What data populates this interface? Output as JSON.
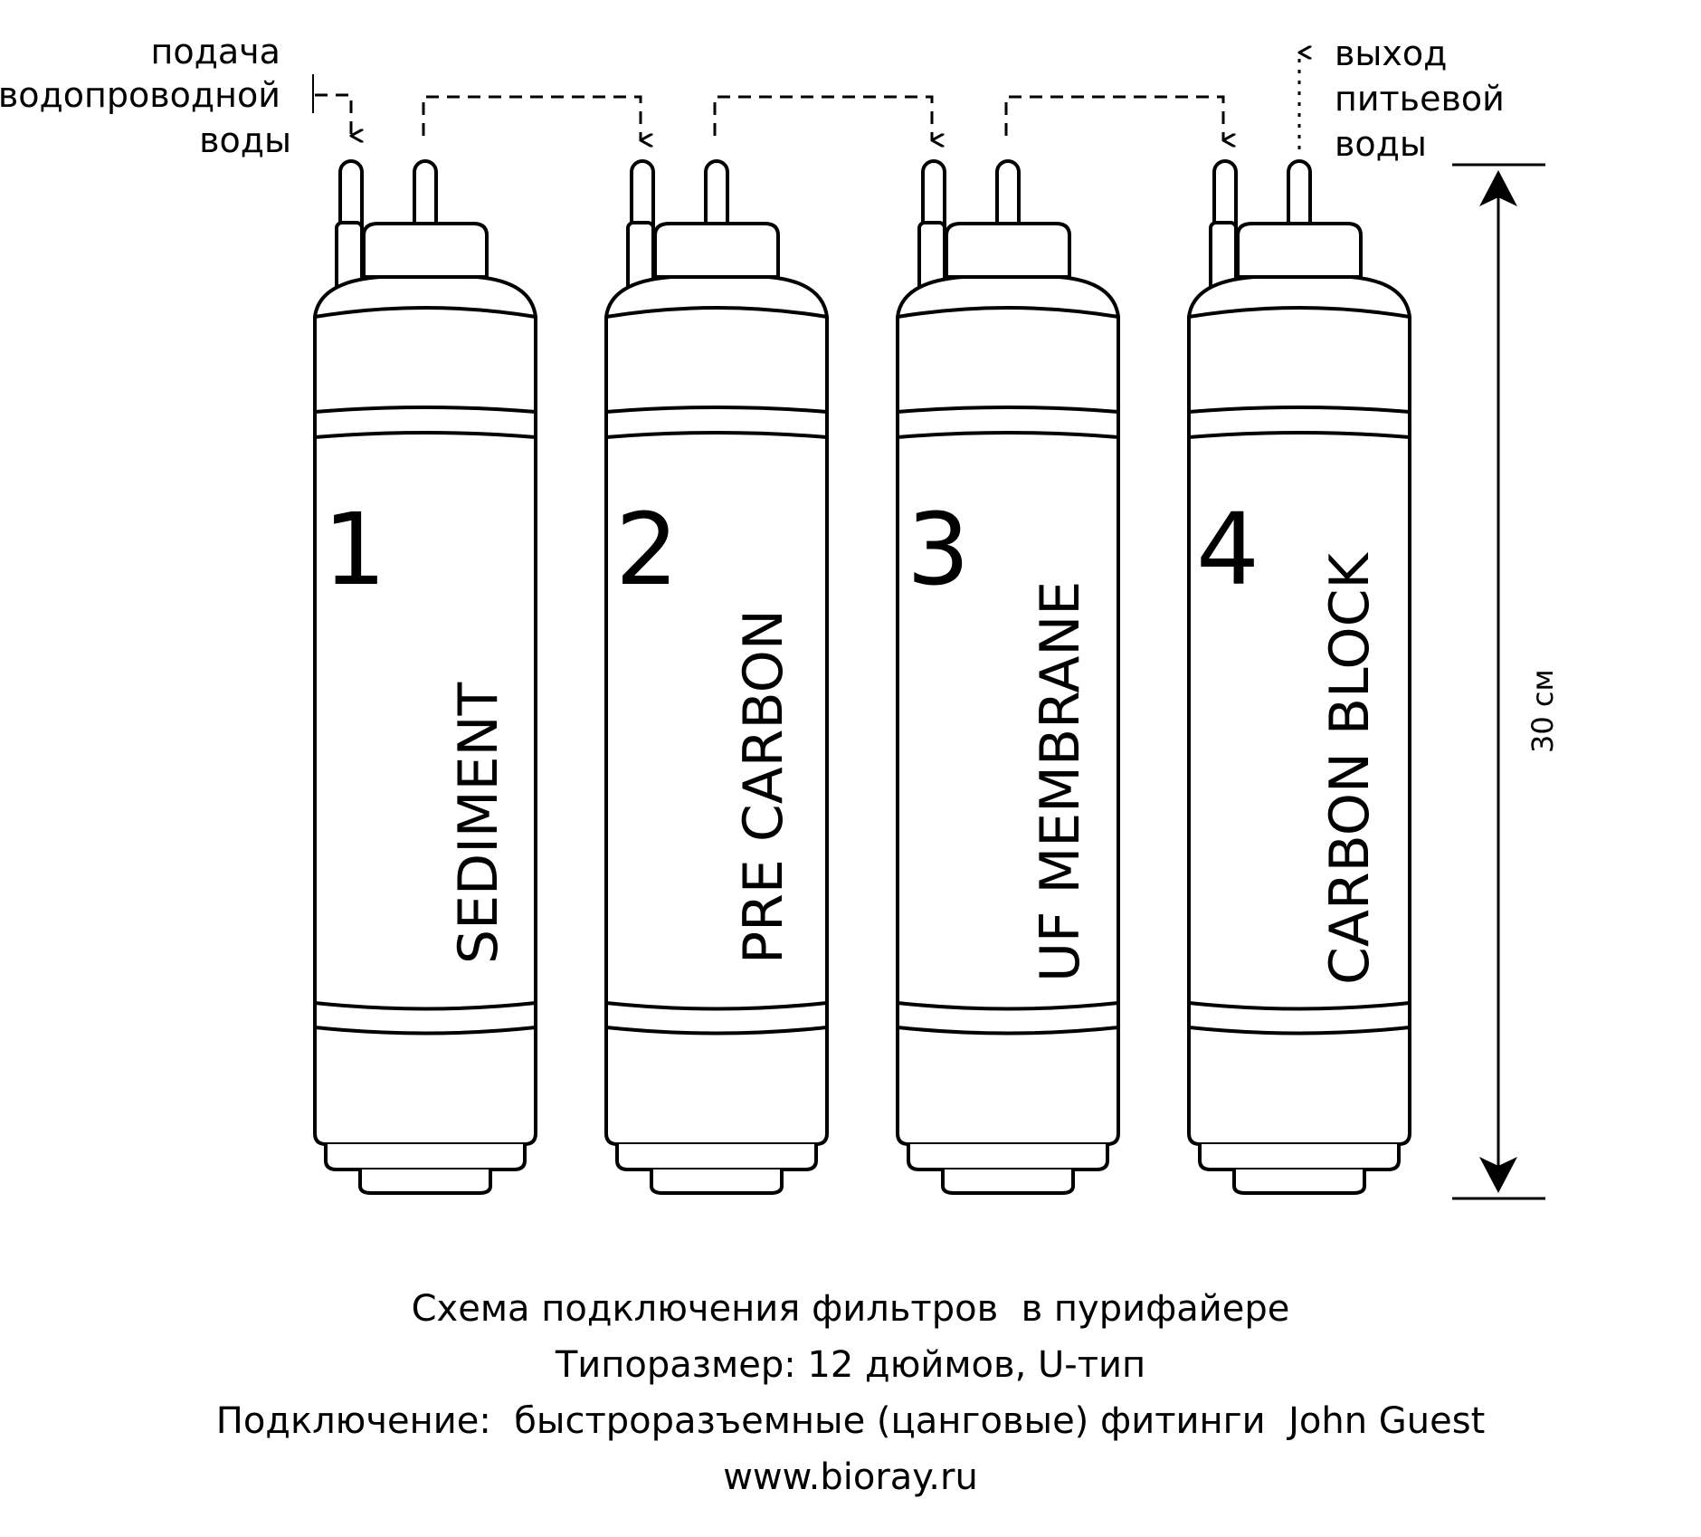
{
  "inlet_label": [
    "подача",
    "водопроводной",
    "воды"
  ],
  "outlet_label": [
    "выход",
    "питьевой",
    "воды"
  ],
  "dimension_label": "30 см",
  "filters": [
    {
      "number": "1",
      "name": "SEDIMENT"
    },
    {
      "number": "2",
      "name": "PRE CARBON"
    },
    {
      "number": "3",
      "name": "UF MEMBRANE"
    },
    {
      "number": "4",
      "name": "CARBON BLOCK"
    }
  ],
  "caption": {
    "line1": "Схема подключения фильтров  в пурифайере",
    "line2": "Типоразмер: 12 дюймов, U-тип",
    "line3": "Подключение:  быстроразъемные (цанговые) фитинги  John Guest",
    "line4": "www.bioray.ru"
  }
}
